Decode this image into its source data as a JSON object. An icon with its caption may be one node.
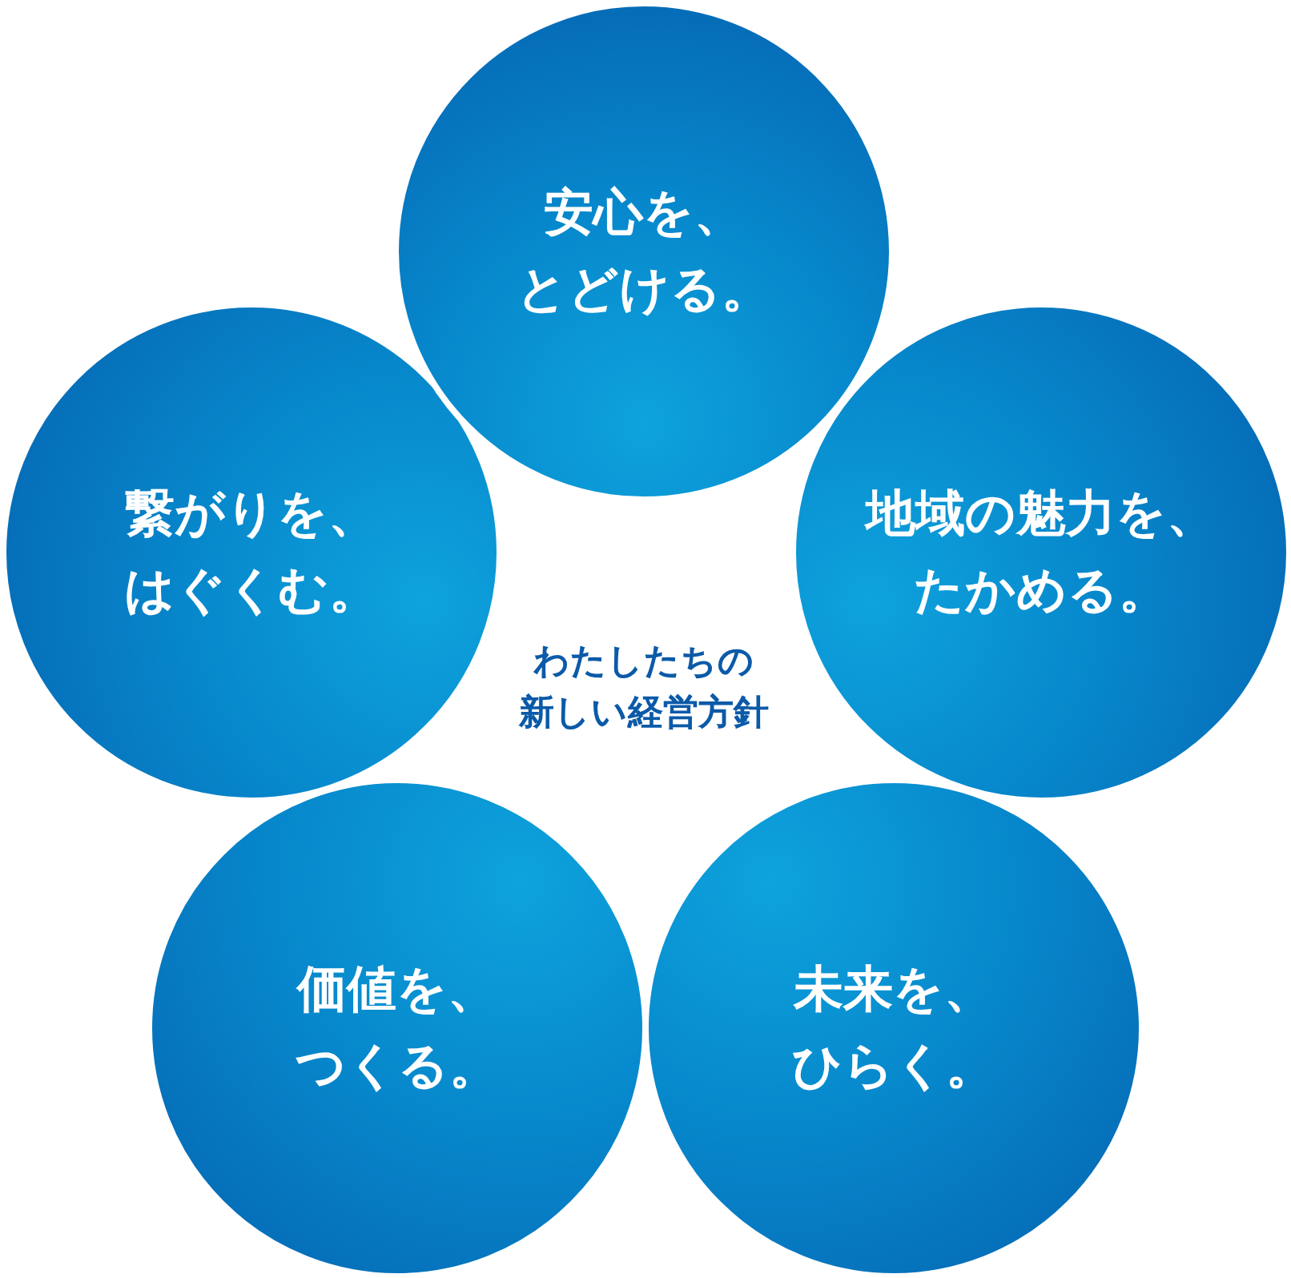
{
  "diagram": {
    "nodes": [
      {
        "text": [
          "安心を、とどける。"
        ]
      },
      {
        "text": [
          "繋がりを、はぐくむ。"
        ]
      },
      {
        "text": [
          "地域の魅力を、たかめる。"
        ]
      },
      {
        "text": [
          "価値を、つくる。"
        ]
      },
      {
        "text": [
          "未来を、ひらく。"
        ]
      }
    ],
    "labels": [
      "わたしたちの新しい経営方針"
    ]
  }
}
